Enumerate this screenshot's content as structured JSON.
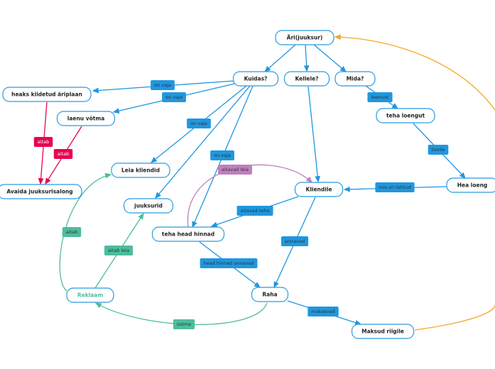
{
  "colors": {
    "blue": "#1f97df",
    "red": "#e8064f",
    "teal": "#4dbd9d",
    "purple": "#c07fbf",
    "orange": "#f5a623"
  },
  "nodes": {
    "root": "Äri(juuksur)",
    "kuidas": "Kuidas?",
    "kellele": "Kellele?",
    "mida": "Mida?",
    "arip": "heaks kiidetud äriplaan",
    "laenu": "laenu võtma",
    "loengut": "teha loengut",
    "leia": "Leia kliendid",
    "avaida": "Avaida juuksurisalong",
    "healoeng": "Hea loeng",
    "kliendile": "Kliendile",
    "juuksurid": "juuksurid",
    "hinnad": "teha head hinnad",
    "reklaam": "Reklaam",
    "raha": "Raha",
    "maksud": "Maksud riigile"
  },
  "labels": {
    "onvaja1": "on vaja",
    "onvaja2": "on vaja",
    "onvaja3": "on vaja",
    "onvaja4": "on vaja",
    "aitab1": "aitab",
    "aitab2": "aitab",
    "aitab3": "aitab",
    "aitableia": "aitab leia",
    "teenust": "teenust",
    "toode": "toode",
    "mison": "mis on tehtud",
    "aitavadleia": "aitavad leia",
    "aitavadteha": "aitavad teha",
    "annavad": "annavad",
    "headhinnad": "head hinnad annavad",
    "maksevad": "maksevad",
    "ostme": "ostme"
  }
}
